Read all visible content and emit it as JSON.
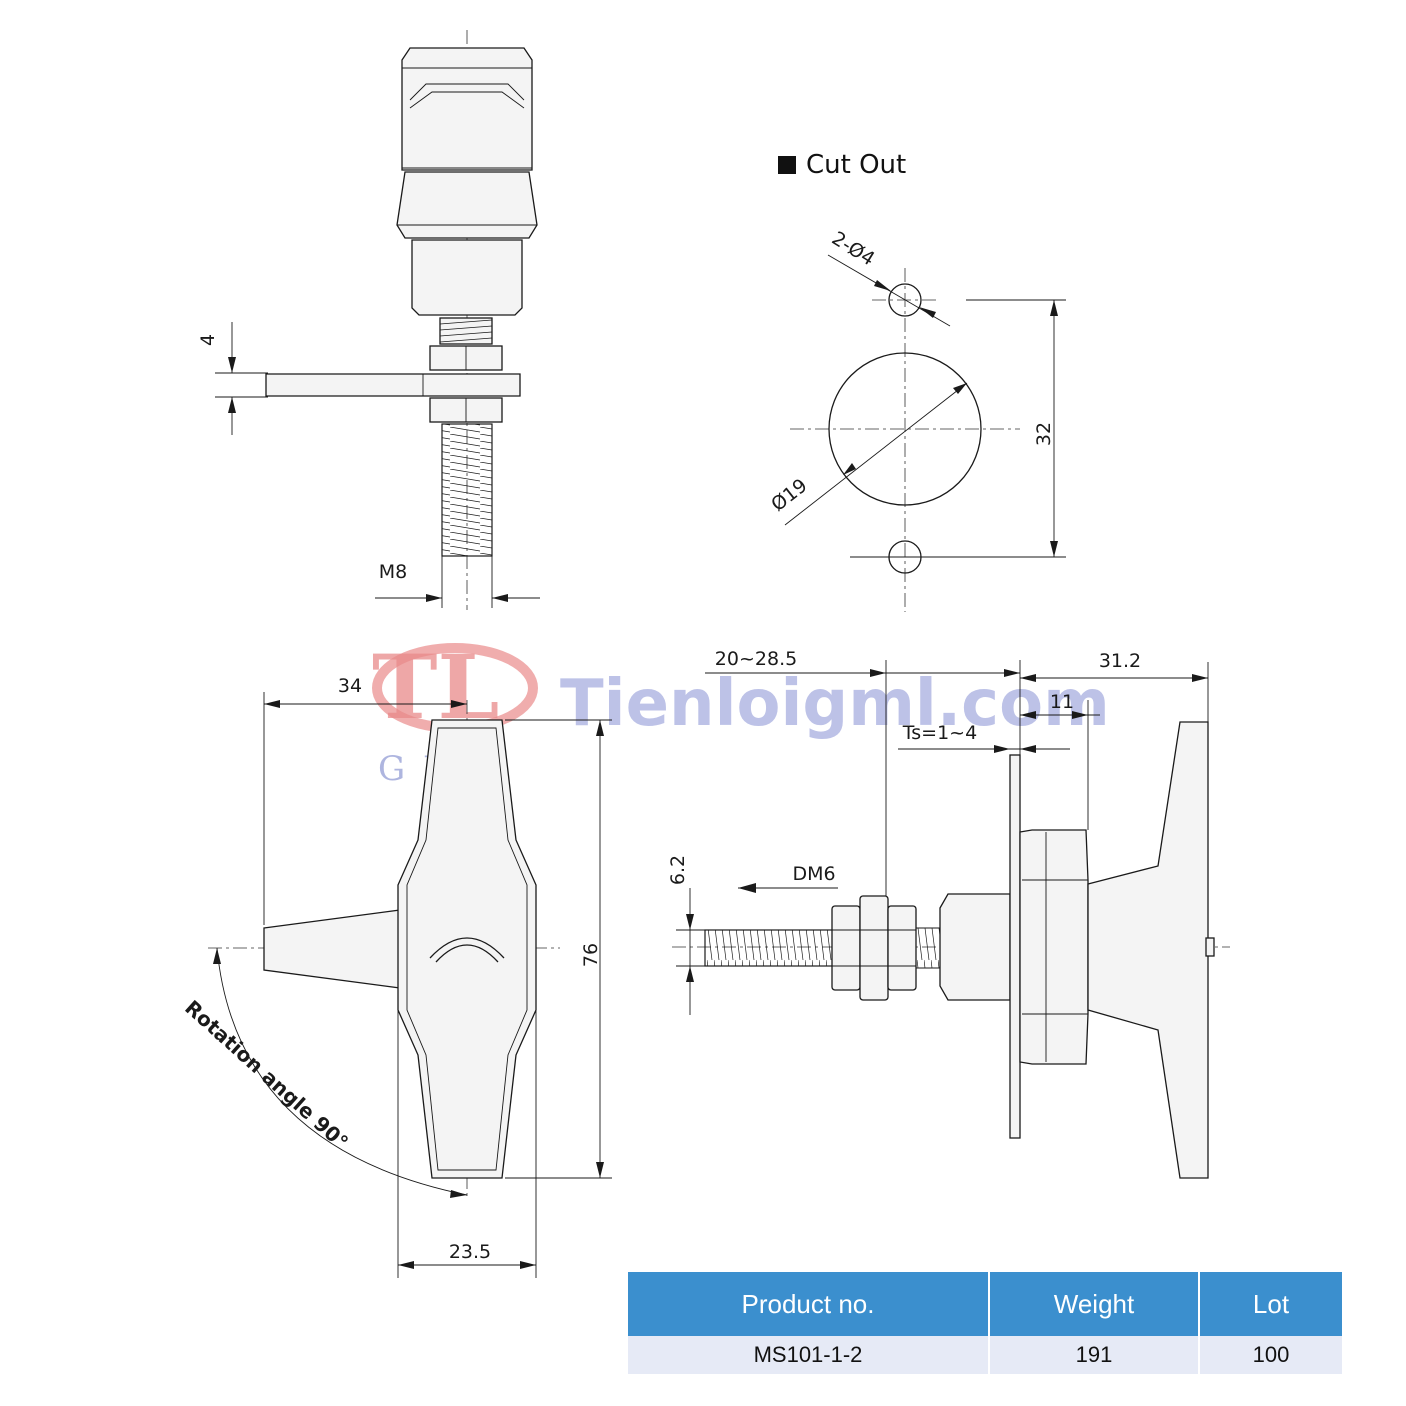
{
  "cutout": {
    "title": "Cut Out"
  },
  "dimensions": {
    "plate_thickness": "4",
    "thread_top": "M8",
    "hole_callout": "2-Ø4",
    "cutout_diameter": "Ø19",
    "hole_spacing": "32",
    "handle_reach": "34",
    "handle_length": "76",
    "handle_width": "23.5",
    "shaft_length": "20~28.5",
    "body_length": "31.2",
    "flange_depth": "11",
    "panel_thickness": "Ts=1~4",
    "shaft_dia": "6.2",
    "thread_side": "DM6",
    "rotation": "Rotation angle 90°"
  },
  "watermark": {
    "logo_letters": "TL",
    "logo_sub": "GML",
    "site": "Tienloigml.com"
  },
  "table": {
    "headers": [
      "Product no.",
      "Weight",
      "Lot"
    ],
    "row": [
      "MS101-1-2",
      "191",
      "100"
    ]
  }
}
